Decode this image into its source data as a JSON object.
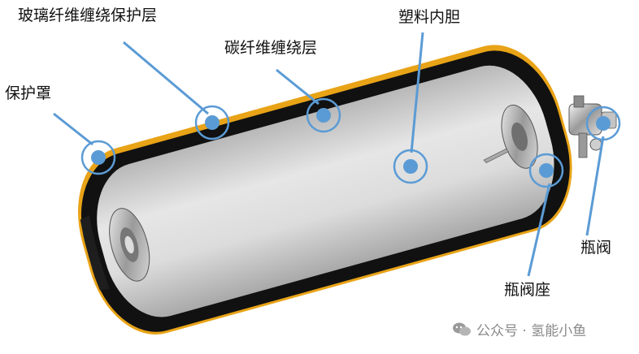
{
  "labels": {
    "glass_fiber_layer": "玻璃纤维缠绕保护层",
    "carbon_fiber_layer": "碳纤维缠绕层",
    "protective_cover": "保护罩",
    "plastic_liner": "塑料内胆",
    "valve": "瓶阀",
    "valve_seat": "瓶阀座"
  },
  "watermark": {
    "text": "公众号 · 氢能小鱼",
    "icon": "wechat-icon"
  },
  "colors": {
    "callout": "#5b9bd5",
    "glass_fiber_layer": "#e8a317",
    "carbon_fiber_layer": "#111111",
    "plastic_liner": "#d4d4d4"
  }
}
